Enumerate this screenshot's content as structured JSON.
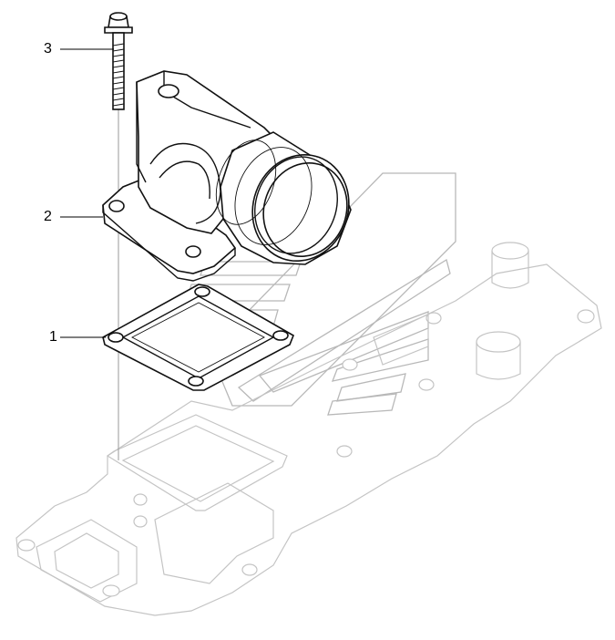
{
  "callouts": [
    {
      "id": "gasket",
      "label": "1"
    },
    {
      "id": "elbow",
      "label": "2"
    },
    {
      "id": "bolt",
      "label": "3"
    }
  ],
  "parts": [
    "gasket",
    "elbow-outlet-housing",
    "flange-bolt"
  ],
  "colors": {
    "part_outline": "#111111",
    "ghost_outline": "#c4c4c4",
    "watermark": "#b8b8b8"
  }
}
